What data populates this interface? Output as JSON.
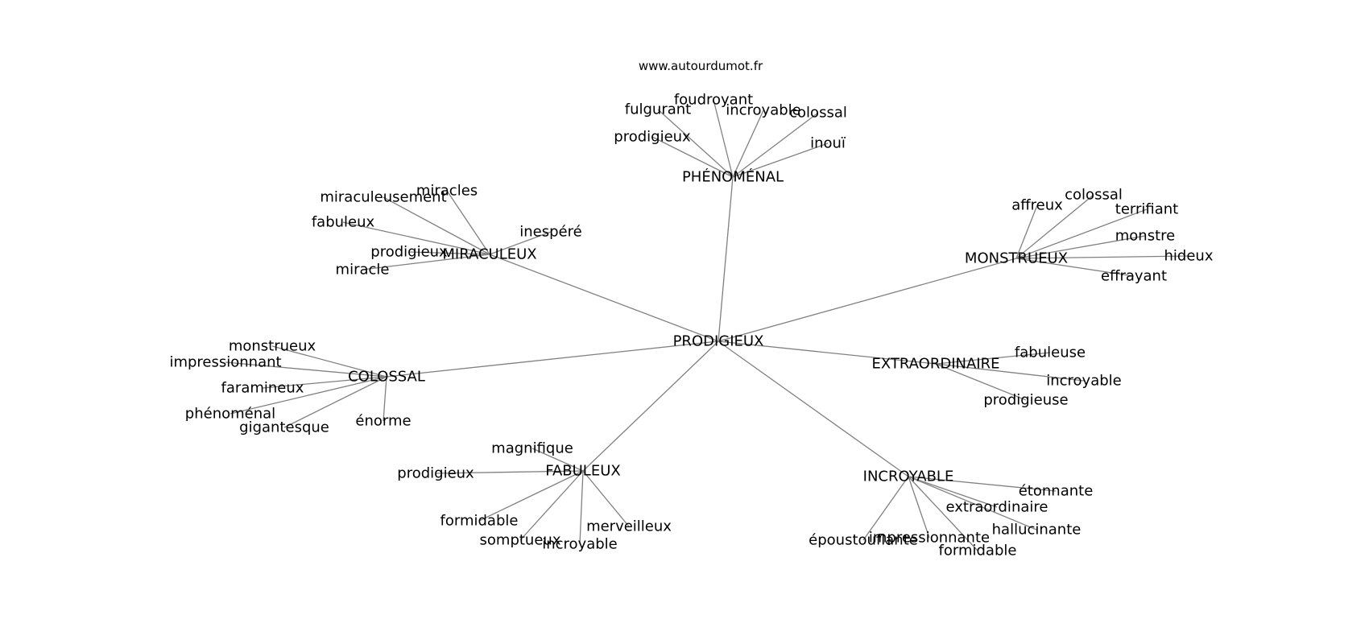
{
  "header": {
    "site": "www.autourdumot.fr"
  },
  "graph": {
    "root": "PRODIGIEUX",
    "groups": [
      {
        "label": "PHÉNOMÉNAL",
        "leaves": [
          "foudroyant",
          "fulgurant",
          "incroyable",
          "colossal",
          "prodigieux",
          "inouï"
        ]
      },
      {
        "label": "MIRACULEUX",
        "leaves": [
          "miracles",
          "miraculeusement",
          "fabuleux",
          "inespéré",
          "prodigieux",
          "miracle"
        ]
      },
      {
        "label": "MONSTRUEUX",
        "leaves": [
          "colossal",
          "affreux",
          "terrifiant",
          "monstre",
          "hideux",
          "effrayant"
        ]
      },
      {
        "label": "COLOSSAL",
        "leaves": [
          "monstrueux",
          "impressionnant",
          "faramineux",
          "phénoménal",
          "gigantesque",
          "énorme"
        ]
      },
      {
        "label": "EXTRAORDINAIRE",
        "leaves": [
          "fabuleuse",
          "incroyable",
          "prodigieuse"
        ]
      },
      {
        "label": "FABULEUX",
        "leaves": [
          "magnifique",
          "prodigieux",
          "formidable",
          "somptueux",
          "incroyable",
          "merveilleux"
        ]
      },
      {
        "label": "INCROYABLE",
        "leaves": [
          "étonnante",
          "extraordinaire",
          "hallucinante",
          "impressionnante",
          "époustouflante",
          "formidable"
        ]
      }
    ]
  }
}
